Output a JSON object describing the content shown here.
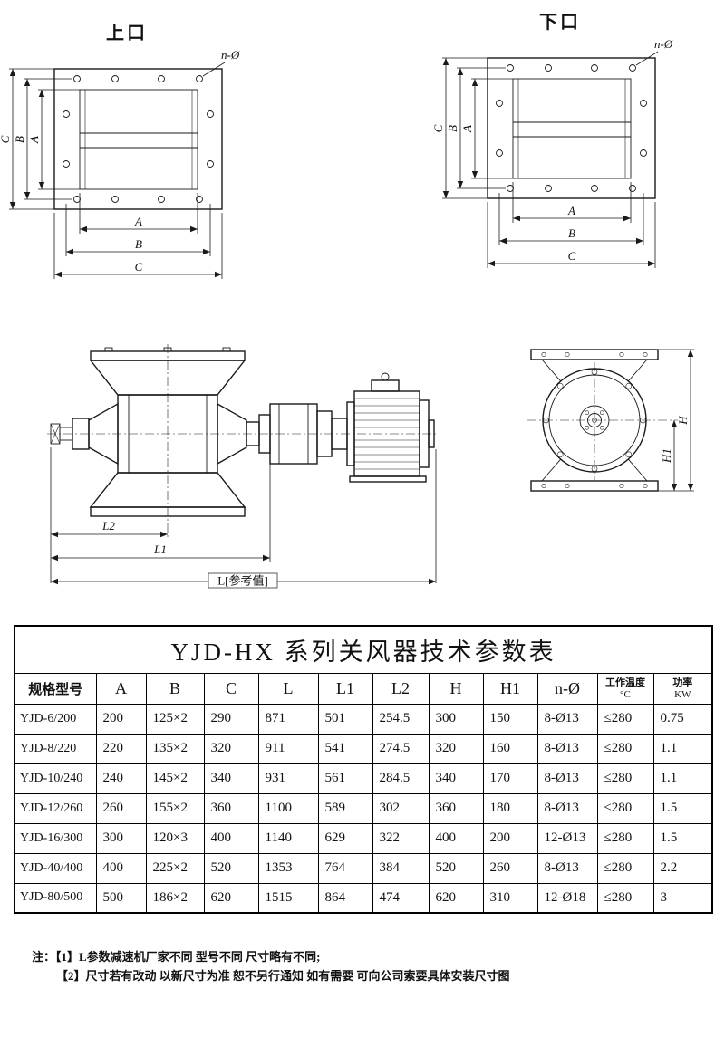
{
  "page": {
    "background": "#ffffff",
    "line_color": "#1a1a1a"
  },
  "drawings": {
    "top_left_title": "上口",
    "top_right_title": "下口"
  },
  "labels": {
    "A": "A",
    "B": "B",
    "C": "C",
    "L1": "L1",
    "L2": "L2",
    "L_ref": "L[参考值]",
    "H": "H",
    "H1": "H1",
    "n_bolt": "n-Ø"
  },
  "table": {
    "title": "YJD-HX 系列关风器技术参数表",
    "headers": [
      {
        "label": "规格型号"
      },
      {
        "label": "A"
      },
      {
        "label": "B"
      },
      {
        "label": "C"
      },
      {
        "label": "L"
      },
      {
        "label": "L1"
      },
      {
        "label": "L2"
      },
      {
        "label": "H"
      },
      {
        "label": "H1"
      },
      {
        "label": "n-Ø"
      },
      {
        "label": "工作温度",
        "sub": "°C"
      },
      {
        "label": "功率",
        "sub": "KW"
      }
    ],
    "rows": [
      [
        "YJD-6/200",
        "200",
        "125×2",
        "290",
        "871",
        "501",
        "254.5",
        "300",
        "150",
        "8-Ø13",
        "≤280",
        "0.75"
      ],
      [
        "YJD-8/220",
        "220",
        "135×2",
        "320",
        "911",
        "541",
        "274.5",
        "320",
        "160",
        "8-Ø13",
        "≤280",
        "1.1"
      ],
      [
        "YJD-10/240",
        "240",
        "145×2",
        "340",
        "931",
        "561",
        "284.5",
        "340",
        "170",
        "8-Ø13",
        "≤280",
        "1.1"
      ],
      [
        "YJD-12/260",
        "260",
        "155×2",
        "360",
        "1100",
        "589",
        "302",
        "360",
        "180",
        "8-Ø13",
        "≤280",
        "1.5"
      ],
      [
        "YJD-16/300",
        "300",
        "120×3",
        "400",
        "1140",
        "629",
        "322",
        "400",
        "200",
        "12-Ø13",
        "≤280",
        "1.5"
      ],
      [
        "YJD-40/400",
        "400",
        "225×2",
        "520",
        "1353",
        "764",
        "384",
        "520",
        "260",
        "8-Ø13",
        "≤280",
        "2.2"
      ],
      [
        "YJD-80/500",
        "500",
        "186×2",
        "620",
        "1515",
        "864",
        "474",
        "620",
        "310",
        "12-Ø18",
        "≤280",
        "3"
      ]
    ]
  },
  "notes": {
    "prefix": "注：",
    "lines": [
      "【1】L参数减速机厂家不同 型号不同 尺寸略有不同;",
      "【2】尺寸若有改动 以新尺寸为准 恕不另行通知 如有需要 可向公司索要具体安装尺寸图"
    ]
  }
}
